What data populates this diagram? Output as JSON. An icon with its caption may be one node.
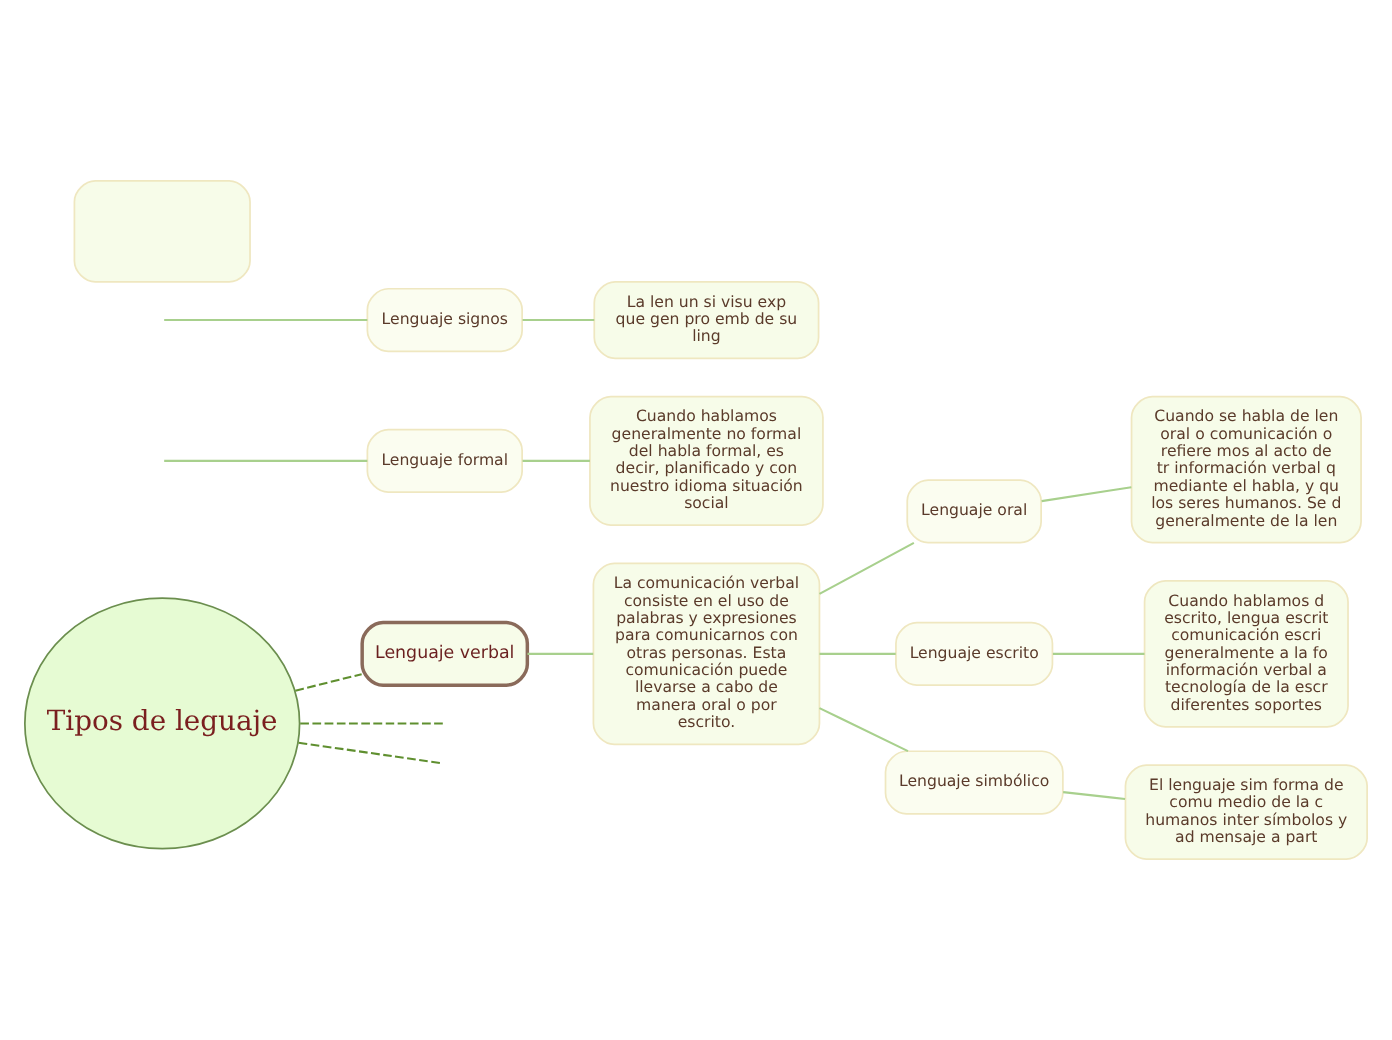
{
  "diagram": {
    "nodes": [
      {
        "text": [
          "Tipos de leguaje"
        ]
      },
      {
        "text": [
          "Lenguaje verbal"
        ]
      },
      {
        "text": [
          "La comunicación verbal consiste en el uso de palabras y expresiones para comunicarnos con otras personas. Esta comunicación puede llevarse a cabo de manera oral o por escrito."
        ]
      },
      {
        "text": [
          "Lenguaje formal"
        ]
      },
      {
        "text": [
          "Cuando hablamos generalmente no formal del habla formal, es decir, planificado y con nuestro idioma situación social"
        ]
      },
      {
        "text": [
          "Lenguaje oral"
        ]
      },
      {
        "text": [
          "Cuando se habla de len oral o comunicación o refiere mos al acto de tr información verbal q mediante el habla, y qu los seres humanos. Se d generalmente de la len"
        ]
      },
      {
        "text": [
          "Lenguaje escrito"
        ]
      },
      {
        "text": [
          "Cuando hablamos d escrito, lengua escrit comunicación escri generalmente a la fo información verbal a tecnología de la escr diferentes soportes"
        ]
      },
      {
        "text": [
          "Lenguaje simbólico"
        ]
      },
      {
        "text": [
          "El lenguaje sim forma de comu medio de la c humanos inter símbolos y ad mensaje a part"
        ]
      },
      {
        "text": [
          "Lenguaje signos"
        ]
      },
      {
        "text": [
          "La len un si visu exp que gen pro emb de su ling"
        ]
      },
      {
        "text": [],
        "shape": "box"
      }
    ],
    "edges": [
      {
        "from": 0,
        "to": null,
        "arrow": "none",
        "style": "dashed",
        "color": "#5f8f2f"
      },
      {
        "from": 0,
        "to": 1,
        "arrow": "none",
        "style": "dashed",
        "color": "#5f8f2f"
      },
      {
        "from": 0,
        "to": null,
        "arrow": "none",
        "style": "dashed",
        "color": "#5f8f2f"
      },
      {
        "from": 1,
        "to": 2,
        "arrow": "none"
      },
      {
        "from": null,
        "to": 3,
        "arrow": "none"
      },
      {
        "from": 3,
        "to": 4,
        "arrow": "none"
      },
      {
        "from": 2,
        "to": 5,
        "arrow": "none"
      },
      {
        "from": 5,
        "to": 6,
        "arrow": "none"
      },
      {
        "from": 2,
        "to": 7,
        "arrow": "none"
      },
      {
        "from": 7,
        "to": 8,
        "arrow": "none"
      },
      {
        "from": 2,
        "to": 9,
        "arrow": "none"
      },
      {
        "from": 9,
        "to": 10,
        "arrow": "none"
      },
      {
        "from": null,
        "to": 11,
        "arrow": "none"
      },
      {
        "from": 11,
        "to": 12,
        "arrow": "none"
      }
    ]
  }
}
